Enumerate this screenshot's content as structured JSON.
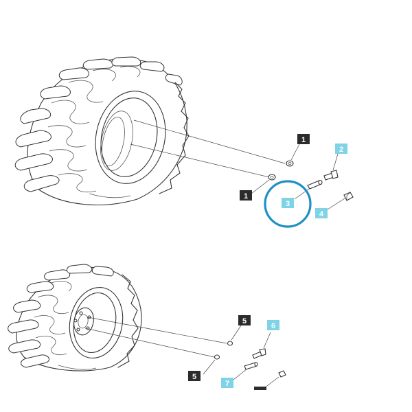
{
  "callouts": [
    {
      "id": "c1a",
      "label": "1",
      "style": "dark"
    },
    {
      "id": "c1b",
      "label": "1",
      "style": "dark"
    },
    {
      "id": "c2",
      "label": "2",
      "style": "light"
    },
    {
      "id": "c3",
      "label": "3",
      "style": "light",
      "highlighted": true
    },
    {
      "id": "c4",
      "label": "4",
      "style": "light"
    },
    {
      "id": "c5a",
      "label": "5",
      "style": "dark"
    },
    {
      "id": "c5b",
      "label": "5",
      "style": "dark"
    },
    {
      "id": "c6",
      "label": "6",
      "style": "light"
    },
    {
      "id": "c7",
      "label": "7",
      "style": "light"
    }
  ],
  "colors": {
    "dark_tag": "#2b2b2b",
    "light_tag": "#7fd3e6",
    "highlight_ring": "#1f8fc6",
    "line": "#333333"
  }
}
